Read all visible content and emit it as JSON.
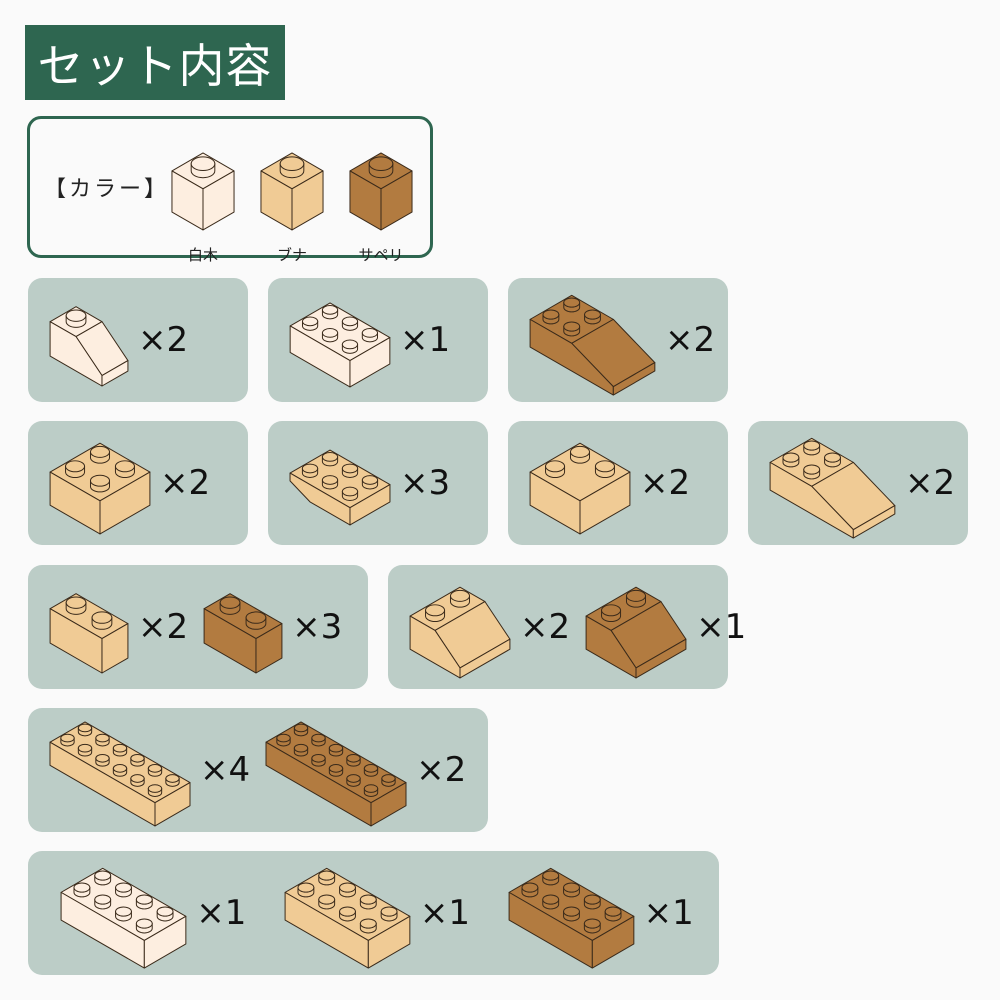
{
  "title": "セット内容",
  "legend": {
    "label": "【カラー】",
    "colors": [
      {
        "name": "白木",
        "hex": "#fdeee0"
      },
      {
        "name": "ブナ",
        "hex": "#f0cb95"
      },
      {
        "name": "サペリ",
        "hex": "#b27b40"
      }
    ]
  },
  "cards": [
    {
      "items": [
        {
          "shape": "slope",
          "studs": [
            2,
            1
          ],
          "color": 0,
          "count": "×2"
        }
      ]
    },
    {
      "items": [
        {
          "shape": "box",
          "studs": [
            3,
            2
          ],
          "color": 0,
          "count": "×1"
        }
      ]
    },
    {
      "items": [
        {
          "shape": "slope",
          "studs": [
            4,
            2
          ],
          "color": 2,
          "count": "×2"
        }
      ]
    },
    {
      "items": [
        {
          "shape": "box",
          "studs": [
            2,
            2
          ],
          "color": 1,
          "count": "×2"
        }
      ]
    },
    {
      "items": [
        {
          "shape": "inverted-slope",
          "studs": [
            3,
            2
          ],
          "color": 1,
          "count": "×3"
        }
      ]
    },
    {
      "items": [
        {
          "shape": "corner",
          "studs": [
            2,
            2
          ],
          "color": 1,
          "count": "×2"
        }
      ]
    },
    {
      "items": [
        {
          "shape": "slope",
          "studs": [
            4,
            2
          ],
          "color": 1,
          "count": "×2"
        }
      ]
    },
    {
      "items": [
        {
          "shape": "box",
          "studs": [
            2,
            1
          ],
          "color": 1,
          "count": "×2"
        },
        {
          "shape": "box",
          "studs": [
            2,
            1
          ],
          "color": 2,
          "count": "×3"
        }
      ]
    },
    {
      "items": [
        {
          "shape": "slope",
          "studs": [
            2,
            2
          ],
          "color": 1,
          "count": "×2"
        },
        {
          "shape": "slope",
          "studs": [
            2,
            2
          ],
          "color": 2,
          "count": "×1"
        }
      ]
    },
    {
      "items": [
        {
          "shape": "box",
          "studs": [
            6,
            2
          ],
          "color": 1,
          "count": "×4"
        },
        {
          "shape": "box",
          "studs": [
            6,
            2
          ],
          "color": 2,
          "count": "×2"
        }
      ]
    },
    {
      "items": [
        {
          "shape": "box",
          "studs": [
            4,
            2
          ],
          "color": 0,
          "count": "×1"
        },
        {
          "shape": "box",
          "studs": [
            4,
            2
          ],
          "color": 1,
          "count": "×1"
        },
        {
          "shape": "box",
          "studs": [
            4,
            2
          ],
          "color": 2,
          "count": "×1"
        }
      ]
    }
  ]
}
